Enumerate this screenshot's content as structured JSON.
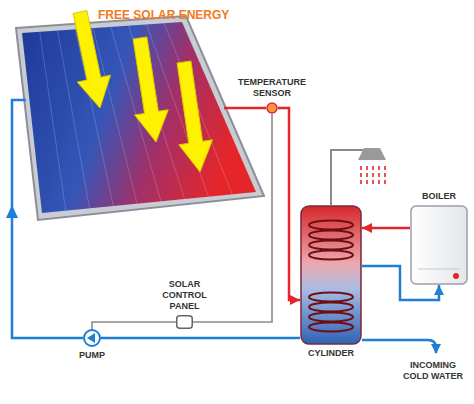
{
  "diagram": {
    "nodes": [
      {
        "text": [
          "TEMPERATURE SENSOR"
        ]
      },
      {
        "text": [
          "SOLAR CONTROL PANEL"
        ]
      },
      {
        "text": [
          "PUMP"
        ]
      },
      {
        "text": [
          "CYLINDER"
        ]
      },
      {
        "text": [
          "BOILER"
        ]
      }
    ],
    "edges": [
      {
        "from": 1,
        "to": 2,
        "arrow": "none"
      },
      {
        "from": 1,
        "to": 0,
        "arrow": "none"
      },
      {
        "from": 0,
        "to": 3,
        "arrow": "to"
      },
      {
        "from": 3,
        "to": 2,
        "arrow": "none"
      },
      {
        "from": 4,
        "to": 3,
        "arrow": "to"
      },
      {
        "from": 3,
        "to": 4,
        "arrow": "to"
      }
    ],
    "labels": [
      "FREE SOLAR ENERGY",
      "INCOMING COLD WATER"
    ]
  }
}
